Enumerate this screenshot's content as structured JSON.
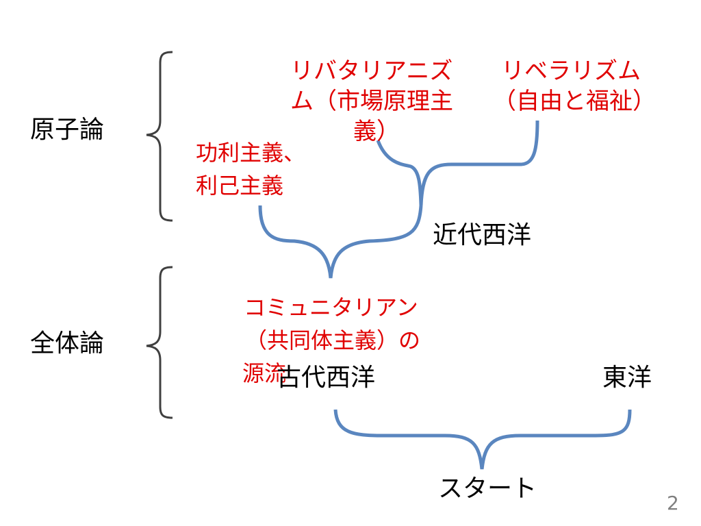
{
  "labels": {
    "atomism": "原子論",
    "holism": "全体論",
    "modern_west": "近代西洋",
    "ancient_west": "古代西洋",
    "east": "東洋",
    "start": "スタート"
  },
  "red_labels": {
    "libertarianism": [
      "リバタリアニズ",
      "ム（市場原理主",
      "義）"
    ],
    "liberalism": [
      "リベラリズム",
      "（自由と福祉）"
    ],
    "utilitarianism": [
      "功利主義、",
      "利己主義"
    ],
    "communitarian": [
      "コミュニタリアン",
      "（共同体主義）の",
      "源流"
    ]
  },
  "slide_number": "2",
  "colors": {
    "curve": "#5a86bf",
    "bracket": "#404040",
    "red": "#e00000"
  }
}
